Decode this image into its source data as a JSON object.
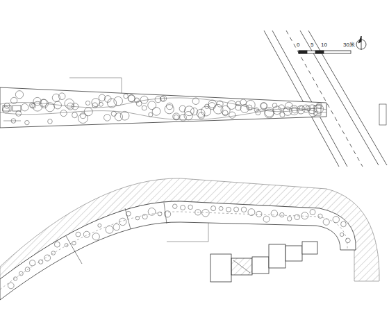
{
  "diagram": {
    "labels": [
      "0",
      "5",
      "10",
      "30米"
    ]
  }
}
